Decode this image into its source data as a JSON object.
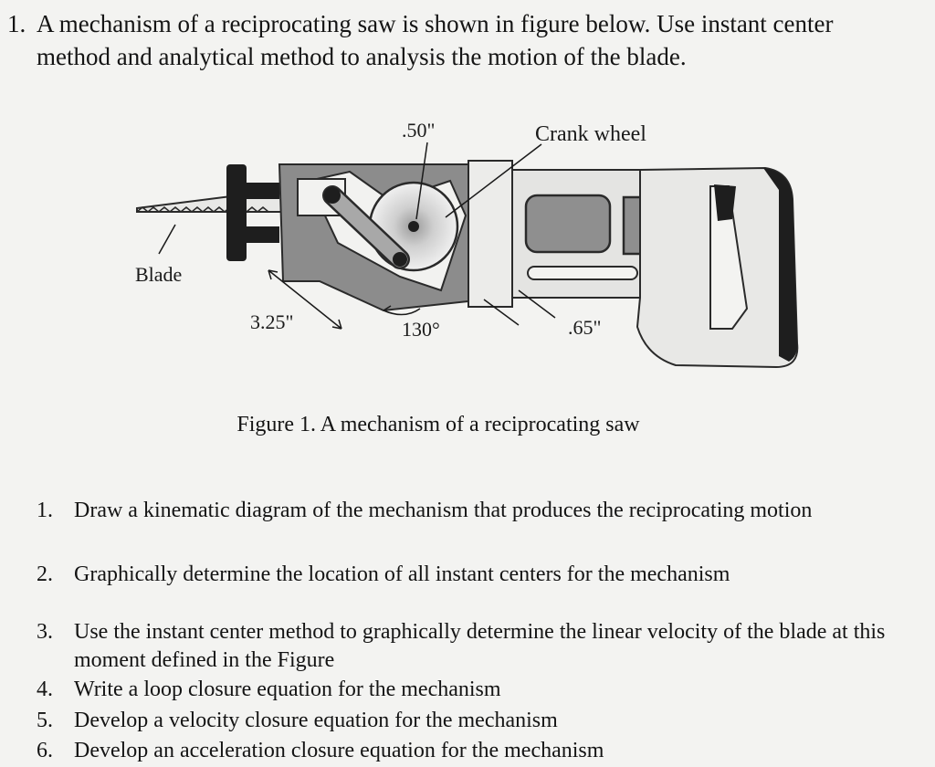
{
  "problem": {
    "number": "1.",
    "text": "A mechanism of a reciprocating saw is shown in figure below. Use instant center method and analytical method to analysis the motion of the blade."
  },
  "figure": {
    "labels": {
      "crank_radius": ".50\"",
      "crank_wheel": "Crank wheel",
      "blade": "Blade",
      "link_length": "3.25\"",
      "angle": "130°",
      "offset": ".65\""
    },
    "caption": "Figure 1. A mechanism of a reciprocating saw"
  },
  "tasks": [
    {
      "number": "1.",
      "text": "Draw a kinematic diagram of the mechanism that produces the reciprocating motion"
    },
    {
      "number": "2.",
      "text": "Graphically determine the location of all instant centers for the mechanism"
    },
    {
      "number": "3.",
      "text": "Use the instant center method to graphically determine the linear velocity of the blade at this moment defined in the Figure"
    },
    {
      "number": "4.",
      "text": "Write a loop closure equation for the mechanism"
    },
    {
      "number": "5.",
      "text": "Develop a velocity closure equation for the mechanism"
    },
    {
      "number": "6.",
      "text": "Develop an acceleration closure equation for the mechanism"
    }
  ]
}
